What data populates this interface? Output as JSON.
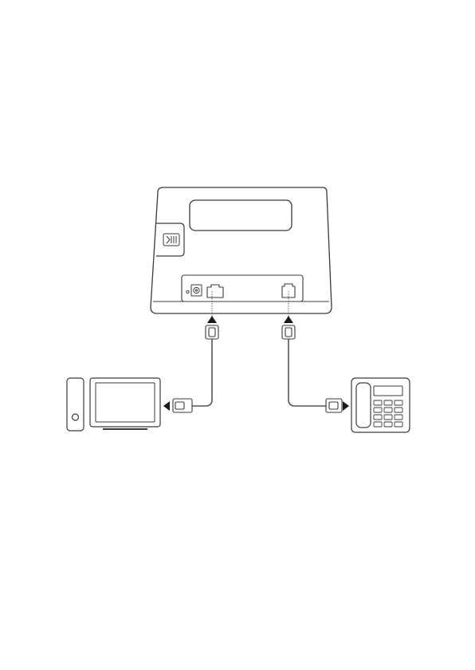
{
  "diagram": {
    "devices": [
      {
        "id": "router",
        "icon": "router-rear-icon"
      },
      {
        "id": "computer",
        "icon": "desktop-computer-icon"
      },
      {
        "id": "telephone",
        "icon": "landline-phone-icon"
      }
    ],
    "connections": [
      {
        "from": "router-lan-port",
        "to": "computer",
        "cable": "ethernet-cable"
      },
      {
        "from": "router-tel-port",
        "to": "telephone",
        "cable": "phone-cable"
      }
    ],
    "colors": {
      "stroke": "#3a3a3a",
      "cable": "#555555",
      "port_fill": "#ffffff",
      "body_fill": "#ffffff",
      "key_fill": "#ffffff",
      "page_bg": "#ffffff"
    }
  }
}
